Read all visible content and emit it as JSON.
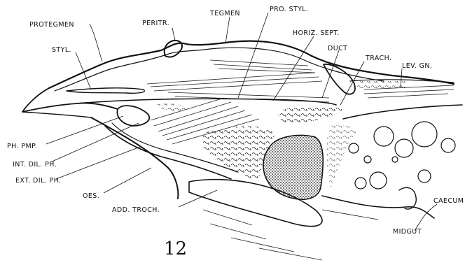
{
  "figure": {
    "number": "12",
    "labels": {
      "protegmen": "PROTEGMEN",
      "peritr": "PERITR.",
      "tegmen": "TEGMEN",
      "pro_styl": "PRO. STYL.",
      "styl": "STYL.",
      "horiz_sept": "HORIZ. SEPT.",
      "duct": "DUCT",
      "trach": "TRACH.",
      "lev_gn": "LEV. GN.",
      "ph_pmp": "PH. PMP.",
      "int_dil_ph": "INT. DIL. PH.",
      "ext_dil_ph": "EXT. DIL. PH.",
      "oes": "OES.",
      "add_troch": "ADD. TROCH.",
      "caecum": "CAECUM",
      "midgut": "MIDGUT"
    }
  }
}
